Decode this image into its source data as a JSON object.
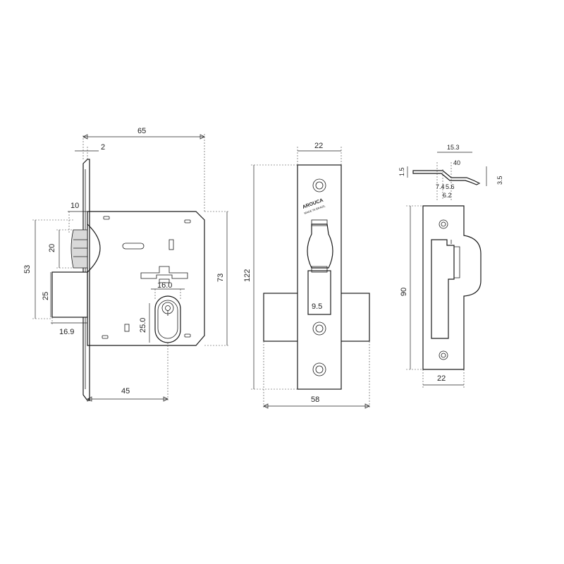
{
  "brand": {
    "logo_text": "AROUCA",
    "origin_text": "MADE IN BRAZIL"
  },
  "dimensions": {
    "lock_side": {
      "total_depth": "65",
      "faceplate_thickness": "2",
      "latch_projection": "10",
      "latch_height": "20",
      "latch_to_bolt": "53",
      "bolt_height": "25",
      "bolt_projection": "16.9",
      "case_height": "73",
      "cylinder_width": "16.0",
      "cylinder_height": "25.0",
      "backset": "45"
    },
    "faceplate": {
      "width": "22",
      "height": "122",
      "bolt_width": "9.5",
      "bolt_throw_total": "58"
    },
    "strike": {
      "lip_length": "15.3",
      "thickness": "1.5",
      "angle": "40",
      "offset_total": "3.5",
      "offset_a": "7.4",
      "offset_b": "5.6",
      "offset_c": "6.2",
      "height": "90",
      "width": "22"
    }
  }
}
